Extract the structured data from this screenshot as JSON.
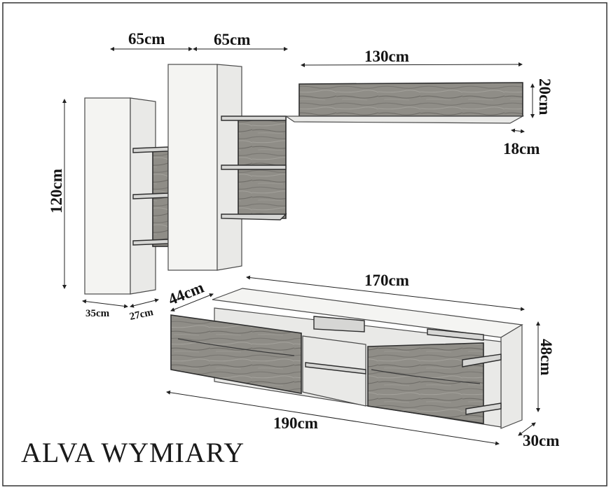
{
  "title": "ALVA WYMIARY",
  "dimensions": {
    "width_left_top": "65cm",
    "width_mid_top": "65cm",
    "wall_shelf_width": "130cm",
    "wall_shelf_height": "20cm",
    "wall_shelf_depth": "18cm",
    "tall_cabinet_height": "120cm",
    "cabinet_width": "35cm",
    "cabinet_depth": "27cm",
    "tv_unit_side": "44cm",
    "tv_unit_top_width": "170cm",
    "tv_unit_height": "48cm",
    "tv_unit_total_width": "190cm",
    "tv_unit_depth": "30cm"
  },
  "colors": {
    "wood_base": "#8c8a84",
    "wood_dark": "#6f6d68",
    "panel_white": "#f4f4f2",
    "line": "#222222"
  }
}
